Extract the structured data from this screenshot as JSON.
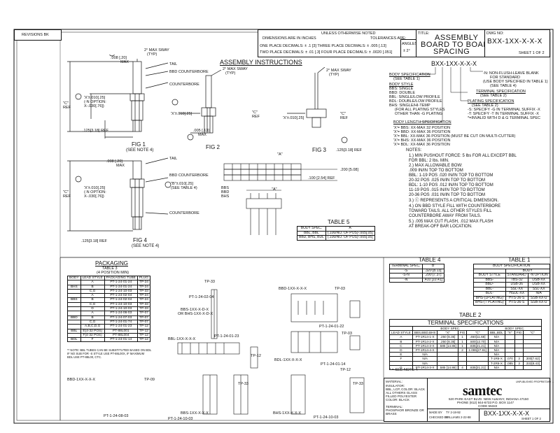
{
  "revisions": "REVISIONS BK",
  "tolerance": {
    "header_left": "UNLESS OTHERWISE NOTED",
    "dims_label": "DIMENSIONS ARE IN INCHES",
    "tol_label": "TOLERANCES ARE:",
    "row1": "ONE PLACE DECIMALS: ± .1 [3]   THREE PLACE DECIMALS: ± .005 [.13]",
    "row2": "TWO PLACE DECIMALS: ± .01 [.3]   FOUR PLACE DECIMALS: ± .0020 [.051]",
    "angles": "ANGLES",
    "angles_val": "± 2°"
  },
  "title_block": {
    "title_label": "TITLE:",
    "title_line1": "ASSEMBLY",
    "title_line2": "BOARD TO BOARD",
    "title_line3": "SPACING",
    "dwg_label": "DWG NO:",
    "dwg_no": "BXX-1XX-X-X-X",
    "sheet": "SHEET 1 OF 2"
  },
  "assembly_title": "ASSEMBLY INSTRUCTIONS",
  "figs": {
    "fig1": "FIG 1",
    "fig1_note": "(SEE NOTE 4)",
    "fig2": "FIG 2",
    "fig3": "FIG 3",
    "fig4": "FIG 4",
    "fig4_note": "(SEE NOTE 4)"
  },
  "fig_labels": {
    "tail": "TAIL",
    "bbd_counterbore": "BBD COUNTERBORE",
    "counterbore": "COUNTERBORE",
    "max_sway": "2° MAX SWAY",
    "typ": "(TYP)",
    "d008": ".008 [.20]",
    "max": "MAX",
    "c_ref": "\"C\"",
    "ref": "REF",
    "x010": "'X'±.010[.25]",
    "n_option": "(-N OPTION:",
    "x030": "X-.030[.76])",
    "d125": ".125[3.18] REF",
    "d005": ".005 [.13]",
    "b010": "\"B\"±.010[.25]",
    "see_table4": "(SEE TABLE 4)",
    "d200": ".200 [5.08]",
    "d100": ".100 [2.54] REF",
    "a_label": "\"A\"",
    "b_label": "\"B\"",
    "bbs": "BBS",
    "bbd": "BBD",
    "bhs": "BHS"
  },
  "part_number": {
    "code": "BXX-1XX-X-X-X",
    "body_spec_title": "BODY SPECIFICATION",
    "body_spec_sub": "(SEE TABLE 1)",
    "body_style_title": "BODY STYLE",
    "styles": [
      "BBS: SINGLE",
      "BBD: DOUBLE",
      "BBL: SINGLE/LOW PROFILE",
      "BDL: DOUBLE/LOW PROFILE",
      "BHS: SINGLE/HI-TEMP",
      "(FOR ALL PLATING STYLES",
      "OTHER THAN -G PLATING"
    ],
    "tail_opt": [
      "-N: NON-FLUSH-LEAVE BLANK",
      "FOR STANDARD",
      "(USE BODY SPECIFIED IN TABLE 1)",
      "(SEE TABLE 4)"
    ],
    "terminal_spec": "TERMINAL SPECIFICATION",
    "terminal_sub": "(SEE TABLE 2)",
    "plating_spec": "PLATING SPECIFICATION",
    "plating_sub": "(SEE TABLE 2)",
    "plating_rows": [
      "-S: SPECIFY -G IN TERMINAL SUFFIX -X",
      "-T: SPECIFY -T IN TERMINAL SUFFIX -X",
      "*=INVALID WITH D & G TERMINAL SPEC"
    ],
    "body_len_title": "BODY LENGTH SPECIFICATION",
    "body_len_rows": [
      "'X'= BBS: XX-MAX 32 POSITION",
      "'X'= BBD: XX-MAX 36 POSITION",
      "'X'= BBL: XX-MAX 36 POSITION (MUST BE CUT ON MULTI-CUTTER)",
      "'X'= BHS: XX-MAX 36 POSITION",
      "'X'= BDL: XX-MAX 36 POSITION"
    ]
  },
  "notes": {
    "title": "NOTES:",
    "lines": [
      "1.) MIN PUSHOUT FORCE: 5 lbs FOR ALL EXCEPT BBL",
      "     FOR BBL: 2 lbs. MIN.",
      "2.) MAX ALLOWABLE BOW:",
      "     .009 IN/IN TOP TO BOTTOM",
      "     BBL:  1-19 POS .020 IN/IN TOP TO BOTTOM",
      "           20-32 POS .025 IN/IN TOP TO BOTTOM",
      "     BDL:  1-10 POS .012 IN/IN TOP TO BOTTOM",
      "           11-19 POS .015 IN/IN TOP TO BOTTOM",
      "           20-36 POS .031 IN/IN TOP TO BOTTOM",
      "3.) ⓒ REPRESENTS A CRITICAL DIMENSION.",
      "4.) ON BBD STYLE FILL WITH COUNTERBORE",
      "     TOWARD TAILS. ALL OTHER STYLES FILL",
      "     COUNTERBORE AWAY FROM TAILS.",
      "5.) .005 MAX CUT FLASH, .012 MAX FLASH",
      "     AT BREAK-OFF BAR LOCATION."
    ]
  },
  "table5": {
    "title": "TABLE 5",
    "headers": [
      "BODY SPEC.",
      "\"A\""
    ],
    "rows": [
      [
        "BBL, BBL",
        "(.100/NO. OF POS)-.005[.05]"
      ],
      [
        "BBD, BHS, BDL",
        "(.100/NO. OF POS)-.005[.05]"
      ]
    ]
  },
  "table4": {
    "title": "TABLE 4",
    "headers": [
      "TERMINAL SPEC.",
      "\"B\""
    ],
    "rows": [
      [
        "-S",
        ".320 [8.13]"
      ],
      [
        "-S-N",
        ".290 [7.37]"
      ],
      [
        "-N",
        ".410 [10.41]"
      ]
    ]
  },
  "table1": {
    "title": "TABLE 1",
    "group": "BODY SPECIFICATION",
    "sub": "BODY",
    "headers": [
      "BODY STYLE",
      "STANDARD",
      "-N OPTION"
    ],
    "rows": [
      [
        "BBS-",
        "TBS-32",
        "DSB-XX"
      ],
      [
        "BBD-",
        "DSB-36",
        "DSB-XX"
      ],
      [
        "BBL-",
        "SSL-XX",
        "SSL-XX"
      ],
      [
        "BDL-",
        "HSDL-XX",
        "N/A"
      ],
      [
        "BHS-(1PLATING)",
        "HTS-36-S",
        "SSB-XX-U"
      ],
      [
        "BHS-(T PLATING)",
        "HTS-36-S",
        "SSB-XX-U"
      ]
    ]
  },
  "table2": {
    "title": "TABLE 2",
    "group": "TERMINAL SPECIFICATIONS",
    "body_spec": "BODY SPEC.",
    "headers": [
      "LEAD STYLE",
      "BBS,BBD,BHS",
      "\"X\"",
      "FIG",
      "\"C\"",
      "BBL,BDL",
      "\"X\"",
      "FIG",
      "\"C\""
    ],
    "rows": [
      [
        "A",
        "PT-1R14-1-X",
        ".250 [6.35]",
        "1",
        ".460[11.68]",
        "N/A",
        "",
        "",
        ""
      ],
      [
        "B",
        "PT-1R14-2-X",
        ".250 [6.35]",
        "1",
        ".500[12.70]",
        "N/A",
        "",
        "",
        ""
      ],
      [
        "C",
        "PT-1R14-3-X",
        ".585 [14.86]",
        "1",
        ".835[21.21]",
        "N/A",
        "",
        "",
        ""
      ],
      [
        "D",
        "PT-1R14-4-X",
        "",
        "2",
        "1.095[27.81]",
        "N/A",
        "",
        "",
        ""
      ],
      [
        "E",
        "N/A",
        "",
        "",
        "",
        "N/A",
        "",
        "",
        ""
      ],
      [
        "F",
        "N/A",
        "",
        "",
        "",
        "T-1R6-X",
        ".070",
        "3",
        ".300[7.62]"
      ],
      [
        "",
        "N/A",
        "",
        "",
        "",
        "T-2R6-X",
        ".085",
        "3",
        ".332[8.43]"
      ],
      [
        "G",
        "PT-1R14-3-X",
        ".585 [14.86]",
        "4",
        ".835[21.21]",
        "N/A",
        "",
        "",
        ""
      ]
    ],
    "note": "* = SEE NOTE 4"
  },
  "packaging": {
    "title": "PACKAGING",
    "sub": "TABLE 3",
    "sub2": "(4 POSITION MIN)",
    "headers": [
      "BODY",
      "LEAD STYLE",
      "PACKAGING TUBE",
      "PLUG"
    ],
    "rows": [
      [
        "",
        "A",
        "PT-1-24-01-24",
        "TP-24"
      ],
      [
        "BHS",
        "B",
        "PT-1-24-01-24",
        "TP-24"
      ],
      [
        "",
        "C,G",
        "PT-1-24-10-03",
        "TP-33"
      ],
      [
        "",
        "A",
        "PT-1-24-02-04",
        "TP-24"
      ],
      [
        "BBS",
        "B",
        "PT-1-24-02-04",
        "TP-24"
      ],
      [
        "",
        "C,G",
        "PT-1-24-10-03",
        "TP-33"
      ],
      [
        "",
        "D",
        "PT-1-24-10-03",
        "TP-33"
      ],
      [
        "",
        "A",
        "PT-1-24-06-03",
        "TP-07"
      ],
      [
        "BBD",
        "B",
        "PT-1-24-07-03",
        "TP-07"
      ],
      [
        "",
        "C,G",
        "PT-1-24-01-74",
        "TP-07"
      ],
      [
        "",
        "A,B,C,D,G",
        "PT-1-24-01-23",
        "TP-12"
      ],
      [
        "BBL",
        "E(4-32 POS)",
        "PT-88L001",
        "TP-12"
      ],
      [
        "",
        "F(4-32 POS)",
        "PT-88L004",
        "TP-12"
      ],
      [
        "BDL",
        "F",
        "PT-1-24-01-14",
        "TP-12"
      ]
    ],
    "footnote": [
      "** NOTE: BBL TUBES CAN BE SUBSTITUTED BASED ON BDL",
      "IF NO SUB FOR -S STYLE USE PT-88L00X, IF MAXIMUM",
      "BDL USE PT-88L00, CTC."
    ]
  },
  "pkg_labels": {
    "tp33a": "TP-33",
    "pt1": "PT-1-24-02-04",
    "bbd": "BBD-1XX-X-X-X",
    "tp03a": "TP-03",
    "bbs_bhs": "BBS-1XX-X-D-X",
    "or_bhs": "OR BHS-1XX-X-D-X",
    "pt_0122": "PT-1-24-01-22",
    "bbl": "BBL-1XX-X-X-X",
    "pt_0123": "PT-1-24-01-23",
    "tp12a": "TP-12",
    "tp03b": "TP-03",
    "bdl": "BDL-1XX-X-X-X",
    "pt_0114": "PT-1-24-01-14",
    "tp12b": "TP-12",
    "bbd2": "BBD-1XX-X-X-X",
    "tp09": "TP-09",
    "pt_0803": "PT-1-24-08-03",
    "tp33b": "TP-33",
    "bbs2": "BBS-1XX-X-X-X",
    "pt_1003": "PT-1-24-10-03",
    "tp33c": "TP-33",
    "bhs2": "BHS-1XX-X-X-X",
    "pt_1003b": "PT-1-24-10-03"
  },
  "footer": {
    "material_title": "MATERIAL:",
    "material": [
      "INSULATOR:",
      "BBL, LCP, COLOR: BLACK",
      "ALL OTHERS GLASS",
      "FILLED POLYESTER",
      "COLOR: BLACK",
      "",
      "TERMINAL:",
      "PHOSPHOR BRONZE OR",
      "BRASS"
    ],
    "company": "samtec",
    "address1": "520 PARK EAST BLVD. NEW ALBANY, INDIANA 47150",
    "address2": "PHONE (812) 944-6733  P.O. BOX 1147",
    "address3": "CODE 55322",
    "made_by": "MADE BY",
    "checked": "CHECKED BY",
    "drawn": "TY 2-18-92",
    "checked_val": "WILLIAMS 2-22-88",
    "dwg_no": "BXX-1XX-X-X-X",
    "sheet": "SHEET 1 OF 2",
    "corner_note": "UNPUBLISHED PROPRIETARY ..."
  }
}
